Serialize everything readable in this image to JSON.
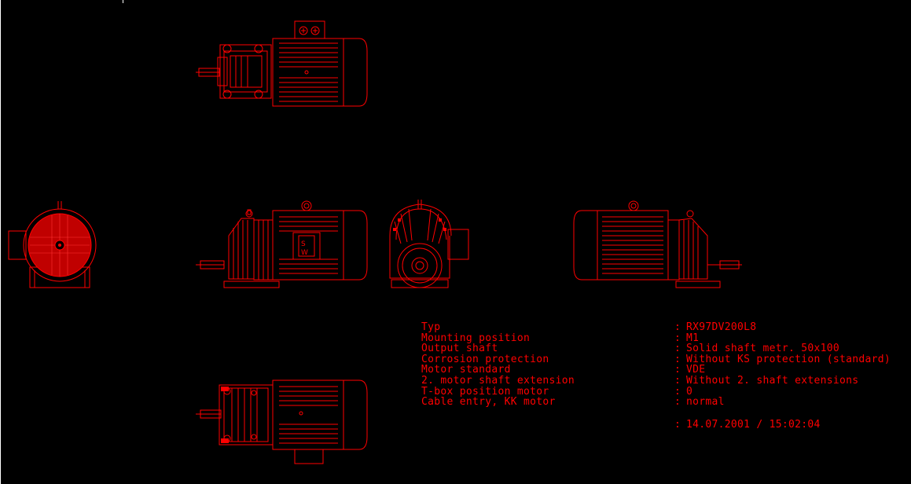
{
  "specs": [
    {
      "label": "Typ",
      "value": "RX97DV200L8"
    },
    {
      "label": "Mounting position",
      "value": "M1"
    },
    {
      "label": "Output shaft",
      "value": "Solid shaft metr. 50x100"
    },
    {
      "label": "Corrosion protection",
      "value": "Without KS protection (standard)"
    },
    {
      "label": "Motor standard",
      "value": "VDE"
    },
    {
      "label": "2. motor shaft extension",
      "value": "Without 2. shaft extensions"
    },
    {
      "label": "T-box position motor",
      "value": "0"
    },
    {
      "label": "Cable entry, KK motor",
      "value": "normal"
    }
  ],
  "separator": ":",
  "timestamp": "14.07.2001 / 15:02:04",
  "colors": {
    "line": "#ff0000",
    "background": "#000000",
    "frame": "#ffffff"
  }
}
